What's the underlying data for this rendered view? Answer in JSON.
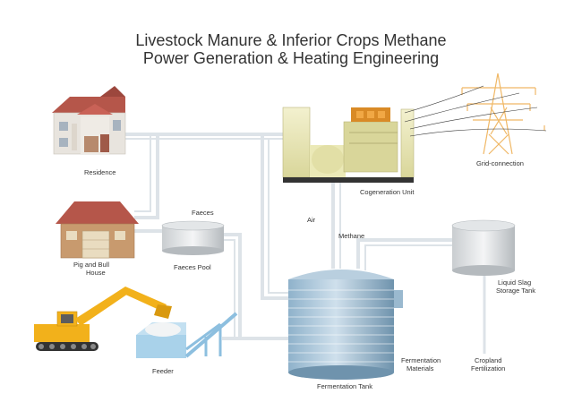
{
  "title": {
    "line1": "Livestock Manure & Inferior Crops Methane",
    "line2": "Power Generation & Heating Engineering"
  },
  "labels": {
    "residence": "Residence",
    "pig_house_line1": "Pig and Bull",
    "pig_house_line2": "House",
    "faeces": "Faeces",
    "faeces_pool": "Faeces Pool",
    "feeder": "Feeder",
    "air": "Air",
    "methane": "Methane",
    "cogeneration_unit": "Cogeneration Unit",
    "grid_connection": "Grid-connection",
    "liquid_slag_line1": "Liquid Slag",
    "liquid_slag_line2": "Storage Tank",
    "fermentation_materials_line1": "Fermentation",
    "fermentation_materials_line2": "Materials",
    "cropland_line1": "Cropland",
    "cropland_line2": "Fertilization",
    "fermentation_tank": "Fermentation Tank"
  },
  "colors": {
    "pipe": "#dde3e8",
    "tank_blue": "#7fa6c2",
    "excavator": "#f2b11b",
    "generator": "#e8e6b0",
    "pylon": "#f0b866",
    "roof": "#b5564a"
  }
}
